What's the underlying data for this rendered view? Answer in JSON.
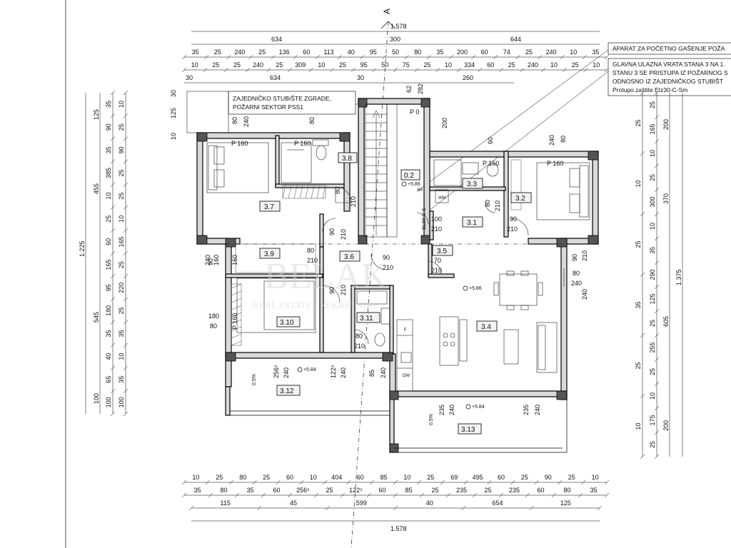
{
  "axis_label": "A",
  "notes": {
    "fire_extinguisher": "APARAT ZA POČETNO GAŠENJE POŽA",
    "entrance_1": "GLAVNA ULAZNA VRATA STANA 3 NA 1.",
    "entrance_2": "STANU 3 SE PRISTUPA IZ POŽARNOG S",
    "entrance_3": "ODNOSNO IZ ZAJEDNIČKOG STUBIŠT",
    "entrance_4": "Protupo.zaštite EIz30-C-Sm",
    "stair_1": "ZAJEDNIČKO STUBIŠTE ZGRADE,",
    "stair_2": "POŽARNI SEKTOR PSS1"
  },
  "rooms": {
    "r02": "0.2",
    "r31": "3.1",
    "r32": "3.2",
    "r33": "3.3",
    "r34": "3.4",
    "r35": "3.5",
    "r36": "3.6",
    "r37": "3.7",
    "r38": "3.8",
    "r39": "3.9",
    "r310": "3.10",
    "r311": "3.11",
    "r312": "3.12",
    "r313": "3.13"
  },
  "levels": {
    "l1": "+5.86",
    "l2": "+5.86",
    "l3": "+5.84",
    "l4": "+5.84"
  },
  "slopes": {
    "s1": "0.5%",
    "s2": "0.5%"
  },
  "windows": {
    "p160a": "P 160",
    "p160b": "P 160",
    "p160c": "P 160",
    "p160d": "P 160",
    "p160e": "P 160",
    "p0": "P 0"
  },
  "dims_top": {
    "total": "1.578",
    "row2": [
      "634",
      "300",
      "644"
    ],
    "row3": [
      "35",
      "25",
      "240",
      "25",
      "136",
      "60",
      "113",
      "40",
      "95",
      "50",
      "80",
      "35",
      "200",
      "60",
      "74",
      "25",
      "240",
      "10",
      "35"
    ],
    "row4": [
      "10",
      "25",
      "25",
      "240",
      "25",
      "309",
      "10",
      "25",
      "95",
      "50",
      "75",
      "25",
      "10",
      "334",
      "60",
      "25",
      "240",
      "10",
      "25",
      "10"
    ],
    "row5": [
      "30",
      "634",
      "30",
      "260"
    ]
  },
  "dims_bottom": {
    "row1": [
      "10",
      "25",
      "80",
      "25",
      "60",
      "10",
      "404",
      "60",
      "85",
      "10",
      "25",
      "69",
      "495",
      "60",
      "25",
      "90",
      "25",
      "10"
    ],
    "row2": [
      "35",
      "80",
      "35",
      "60",
      "256⁵",
      "25",
      "122⁵",
      "60",
      "85",
      "25",
      "235",
      "25",
      "235",
      "60",
      "80",
      "35"
    ],
    "row3": [
      "115",
      "45",
      "599",
      "40",
      "654",
      "125"
    ],
    "total": "1.578"
  },
  "dims_left": {
    "outer": "1.225",
    "mid": [
      "125",
      "455",
      "545",
      "100"
    ],
    "inner": [
      "35",
      "90",
      "35",
      "385",
      "10",
      "25",
      "60",
      "165",
      "95",
      "180",
      "35",
      "40",
      "65",
      "100"
    ],
    "edge": [
      "10",
      "25",
      "90",
      "25",
      "25",
      "10",
      "165",
      "25",
      "220",
      "25",
      "35",
      "10",
      "35",
      "100"
    ]
  },
  "dims_right": {
    "outer": "1.375",
    "mid": [
      "200",
      "370",
      "605",
      "200"
    ],
    "inner": [
      "25",
      "165",
      "10",
      "25",
      "300",
      "10",
      "35",
      "290",
      "125",
      "25",
      "255",
      "25",
      "10",
      "175",
      "25"
    ],
    "edge": [
      "25",
      "10",
      "25",
      "35",
      "25",
      "10"
    ]
  },
  "door_dims": {
    "d1": "80",
    "d1b": "210",
    "d2": "90",
    "d2b": "210",
    "d3": "80",
    "d3b": "210",
    "d4": "90",
    "d4b": "210",
    "d5": "70",
    "d5b": "210",
    "d6": "90",
    "d6b": "210",
    "d7": "80",
    "d7b": "210",
    "d8": "100",
    "d8b": "210",
    "d9": "90",
    "d9b": "210",
    "d10": "80",
    "d10b": "210",
    "d11": "90",
    "d11b": "210"
  },
  "misc_dims": {
    "m1": "80",
    "m2": "240",
    "m3": "62",
    "m4": "282",
    "m5": "80",
    "m6": "200",
    "m7": "60",
    "m8": "240",
    "m9": "80",
    "m10": "180",
    "m11": "80",
    "m12": "256⁵",
    "m13": "240",
    "m14": "122⁵",
    "m15": "240",
    "m16": "85",
    "m17": "240",
    "m18": "235",
    "m19": "240",
    "m20": "235",
    "m21": "240",
    "m22": "80",
    "m23": "240",
    "m24": "90",
    "m25": "240",
    "m26": "125",
    "m27": "30",
    "m28": "10",
    "m29": "240",
    "m30": "160",
    "m31": "160",
    "m32": "240"
  },
  "tags": {
    "el": "EL30-C-S",
    "dw": "DW",
    "f": "F",
    "wm": "WM",
    "sr": "SR"
  },
  "watermark": {
    "w1": "BELAK",
    "w2": "REAL ESTATE · NEKRETNINE"
  }
}
